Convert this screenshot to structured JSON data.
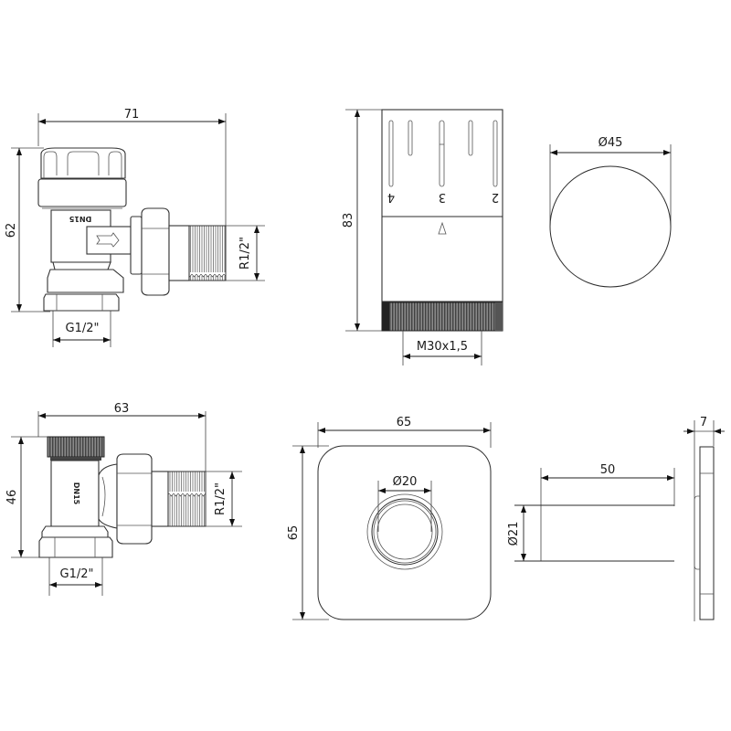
{
  "drawing": {
    "views": [
      {
        "id": "angle-valve-top-view",
        "dimensions": {
          "overall_width": "71",
          "overall_height": "62",
          "bottom_thread": "G1/2\"",
          "side_thread": "R1/2\""
        },
        "body_marking": "DN15"
      },
      {
        "id": "thermostatic-head",
        "dimensions": {
          "height": "83",
          "thread": "M30x1,5"
        },
        "scale_marks": [
          "4",
          "3",
          "2"
        ],
        "indicator": "Δ"
      },
      {
        "id": "thermostatic-head-top",
        "dimensions": {
          "diameter": "Ø45"
        }
      },
      {
        "id": "return-valve",
        "dimensions": {
          "overall_width": "63",
          "overall_height": "46",
          "bottom_thread": "G1/2\"",
          "side_thread": "R1/2\""
        },
        "body_marking": "DN15"
      },
      {
        "id": "rosette-front",
        "dimensions": {
          "width": "65",
          "height": "65",
          "hole_diameter": "Ø20"
        }
      },
      {
        "id": "pipe-sleeve",
        "dimensions": {
          "length": "50",
          "diameter": "Ø21"
        }
      },
      {
        "id": "rosette-side",
        "dimensions": {
          "thickness": "7"
        }
      }
    ],
    "colors": {
      "line": "#2b2b2b",
      "background": "#ffffff",
      "knurl": "#3a3a3a"
    }
  }
}
